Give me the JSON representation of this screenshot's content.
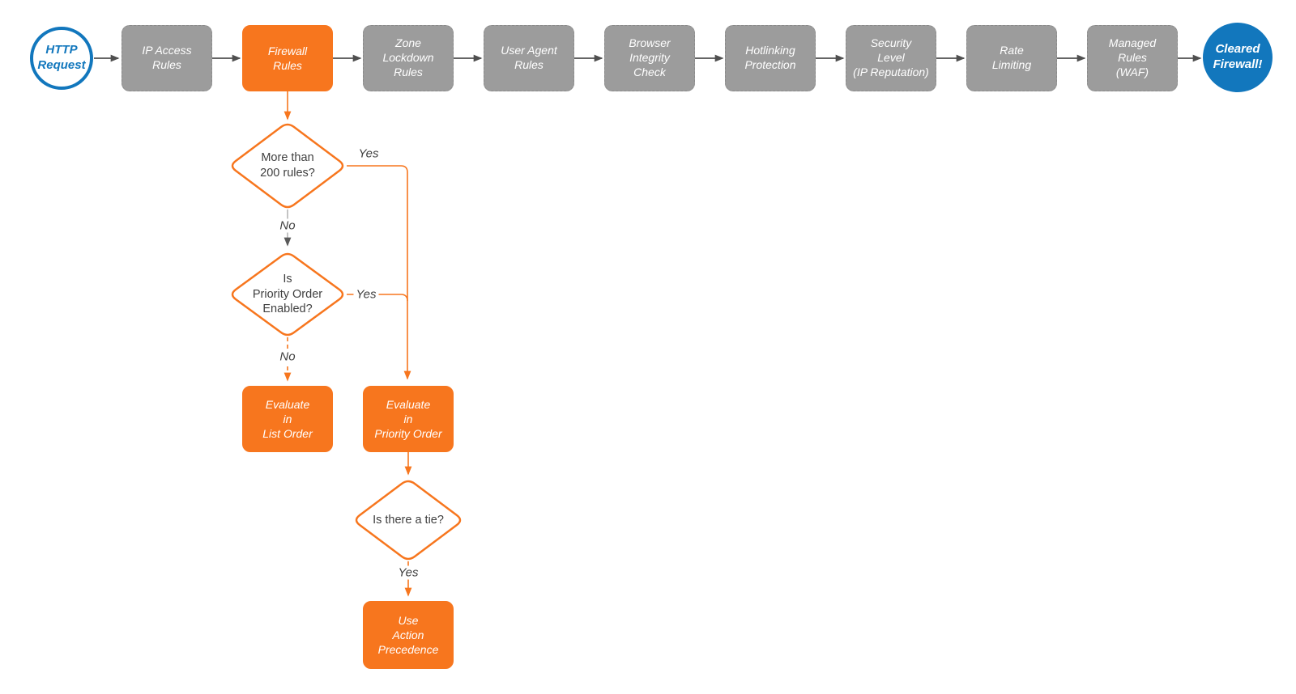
{
  "pipeline": {
    "start_label": "HTTP\nRequest",
    "stages": [
      {
        "label": "IP Access\nRules",
        "variant": "gray"
      },
      {
        "label": "Firewall\nRules",
        "variant": "orange"
      },
      {
        "label": "Zone\nLockdown\nRules",
        "variant": "gray"
      },
      {
        "label": "User Agent\nRules",
        "variant": "gray"
      },
      {
        "label": "Browser\nIntegrity\nCheck",
        "variant": "gray"
      },
      {
        "label": "Hotlinking\nProtection",
        "variant": "gray"
      },
      {
        "label": "Security\nLevel\n(IP Reputation)",
        "variant": "gray"
      },
      {
        "label": "Rate\nLimiting",
        "variant": "gray"
      },
      {
        "label": "Managed\nRules\n(WAF)",
        "variant": "gray"
      }
    ],
    "end_label": "Cleared\nFirewall!"
  },
  "subflow": {
    "decisions": {
      "rules_200": "More than\n200 rules?",
      "priority_enabled": "Is\nPriority Order\nEnabled?",
      "tie": "Is there a tie?"
    },
    "outcomes": {
      "evaluate_list": "Evaluate\nin\nList Order",
      "evaluate_priority": "Evaluate\nin\nPriority Order",
      "use_action_precedence": "Use\nAction\nPrecedence"
    },
    "edge_labels": {
      "yes_rules": "Yes",
      "no_rules": "No",
      "yes_priority": "Yes",
      "no_priority": "No",
      "yes_tie": "Yes"
    }
  },
  "colors": {
    "orange": "#f7761e",
    "gray_node": "#9c9c9c",
    "blue": "#1277bd",
    "arrow_dark": "#4f4f4f",
    "connector_gray": "#b5b5b5",
    "text_dark": "#3f3f3f",
    "node_text": "#ffffff",
    "background": "#ffffff"
  }
}
